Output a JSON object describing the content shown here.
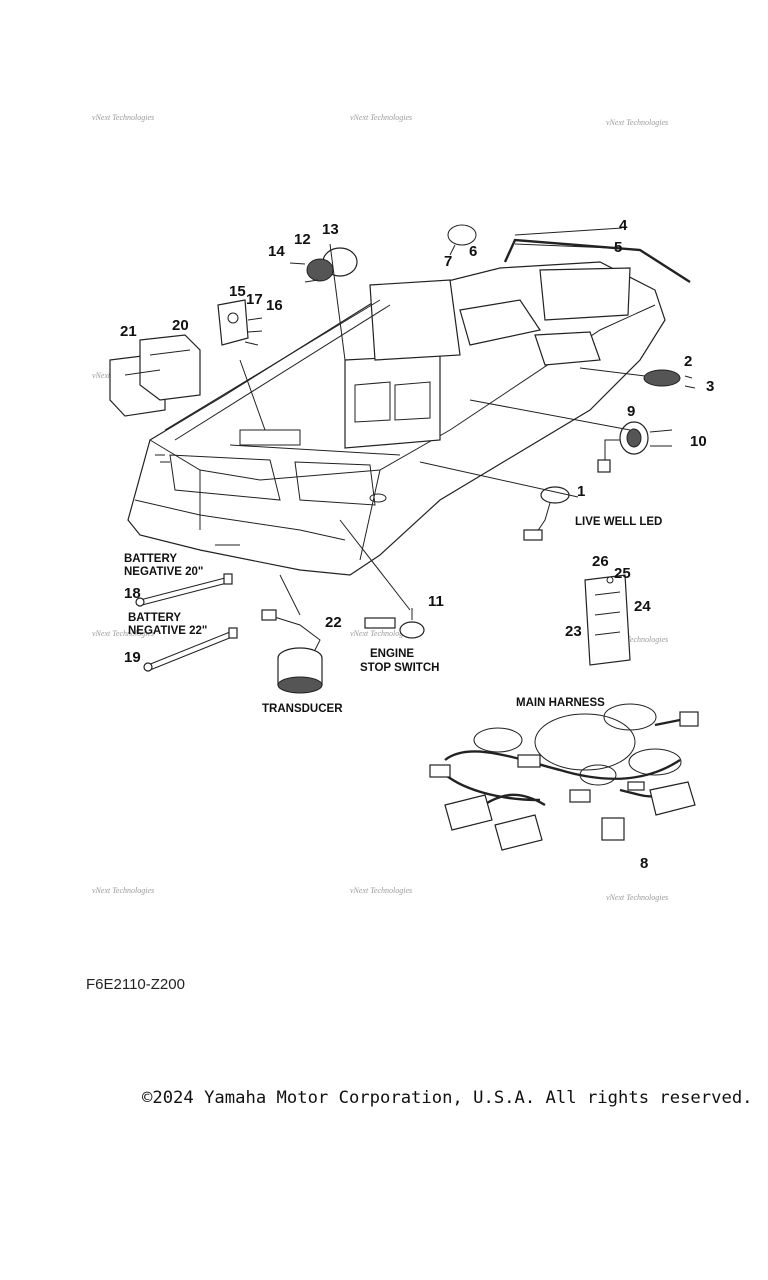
{
  "callouts": [
    "1",
    "2",
    "3",
    "4",
    "5",
    "6",
    "7",
    "8",
    "9",
    "10",
    "11",
    "12",
    "13",
    "14",
    "15",
    "16",
    "17",
    "18",
    "19",
    "20",
    "21",
    "22",
    "23",
    "24",
    "25",
    "26"
  ],
  "labels": {
    "live_well_led": "LIVE WELL LED",
    "battery_negative_20_l1": "BATTERY",
    "battery_negative_20_l2": "NEGATIVE 20\"",
    "battery_negative_22_l1": "BATTERY",
    "battery_negative_22_l2": "NEGATIVE 22\"",
    "engine_stop_l1": "ENGINE",
    "engine_stop_l2": "STOP SWITCH",
    "transducer": "TRANSDUCER",
    "main_harness": "MAIN HARNESS"
  },
  "watermark": "vNext Technologies",
  "diagram_code": "F6E2110-Z200",
  "copyright": "©2024 Yamaha Motor Corporation, U.S.A. All rights reserved."
}
